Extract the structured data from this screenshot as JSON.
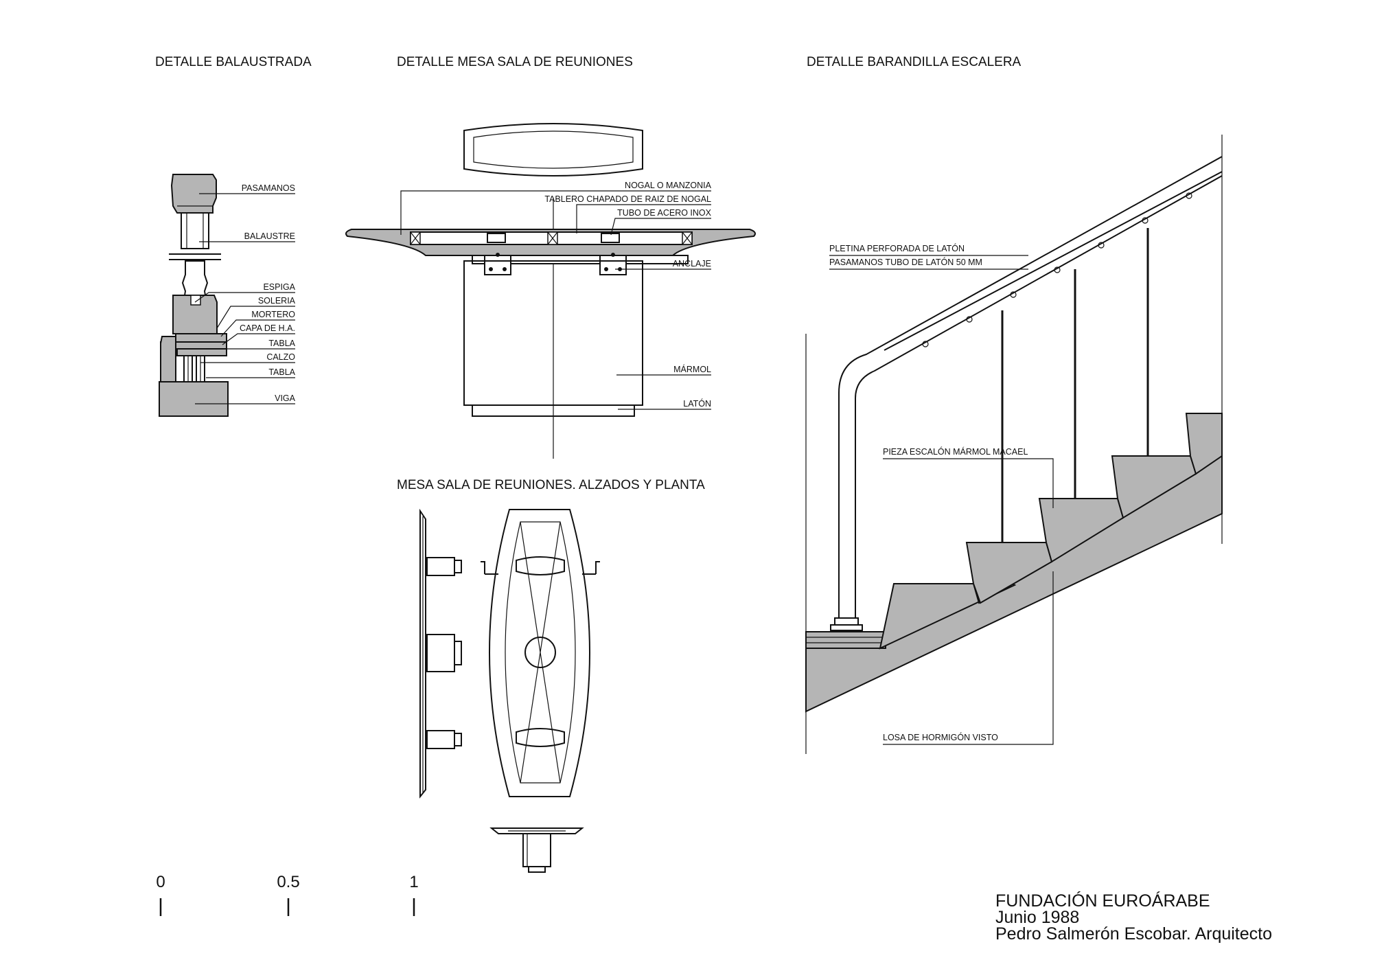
{
  "titles": {
    "balaustrada": "DETALLE BALAUSTRADA",
    "mesa": "DETALLE MESA SALA DE REUNIONES",
    "barandilla": "DETALLE BARANDILLA ESCALERA",
    "alzados": "MESA SALA DE REUNIONES. ALZADOS Y PLANTA"
  },
  "balaustrada_labels": [
    "PASAMANOS",
    "BALAUSTRE",
    "ESPIGA",
    "SOLERIA",
    "MORTERO",
    "CAPA DE H.A.",
    "TABLA",
    "CALZO",
    "TABLA",
    "VIGA"
  ],
  "mesa_labels": [
    "NOGAL O MANZONIA",
    "TABLERO CHAPADO DE RAIZ DE NOGAL",
    "TUBO DE ACERO INOX",
    "ANCLAJE",
    "MÁRMOL",
    "LATÓN"
  ],
  "barandilla_labels": [
    "PLETINA PERFORADA DE LATÓN",
    "PASAMANOS TUBO DE LATÓN 50 MM",
    "PIEZA ESCALÓN MÁRMOL MACAEL",
    "LOSA DE HORMIGÓN VISTO"
  ],
  "scale_bar": [
    "0",
    "0.5",
    "1"
  ],
  "credits": {
    "project": "FUNDACIÓN EUROÁRABE",
    "date": "Junio 1988",
    "author": "Pedro Salmerón Escobar. Arquitecto"
  },
  "colors": {
    "ink": "#111111",
    "fill": "#b5b5b5",
    "paper": "#ffffff"
  }
}
